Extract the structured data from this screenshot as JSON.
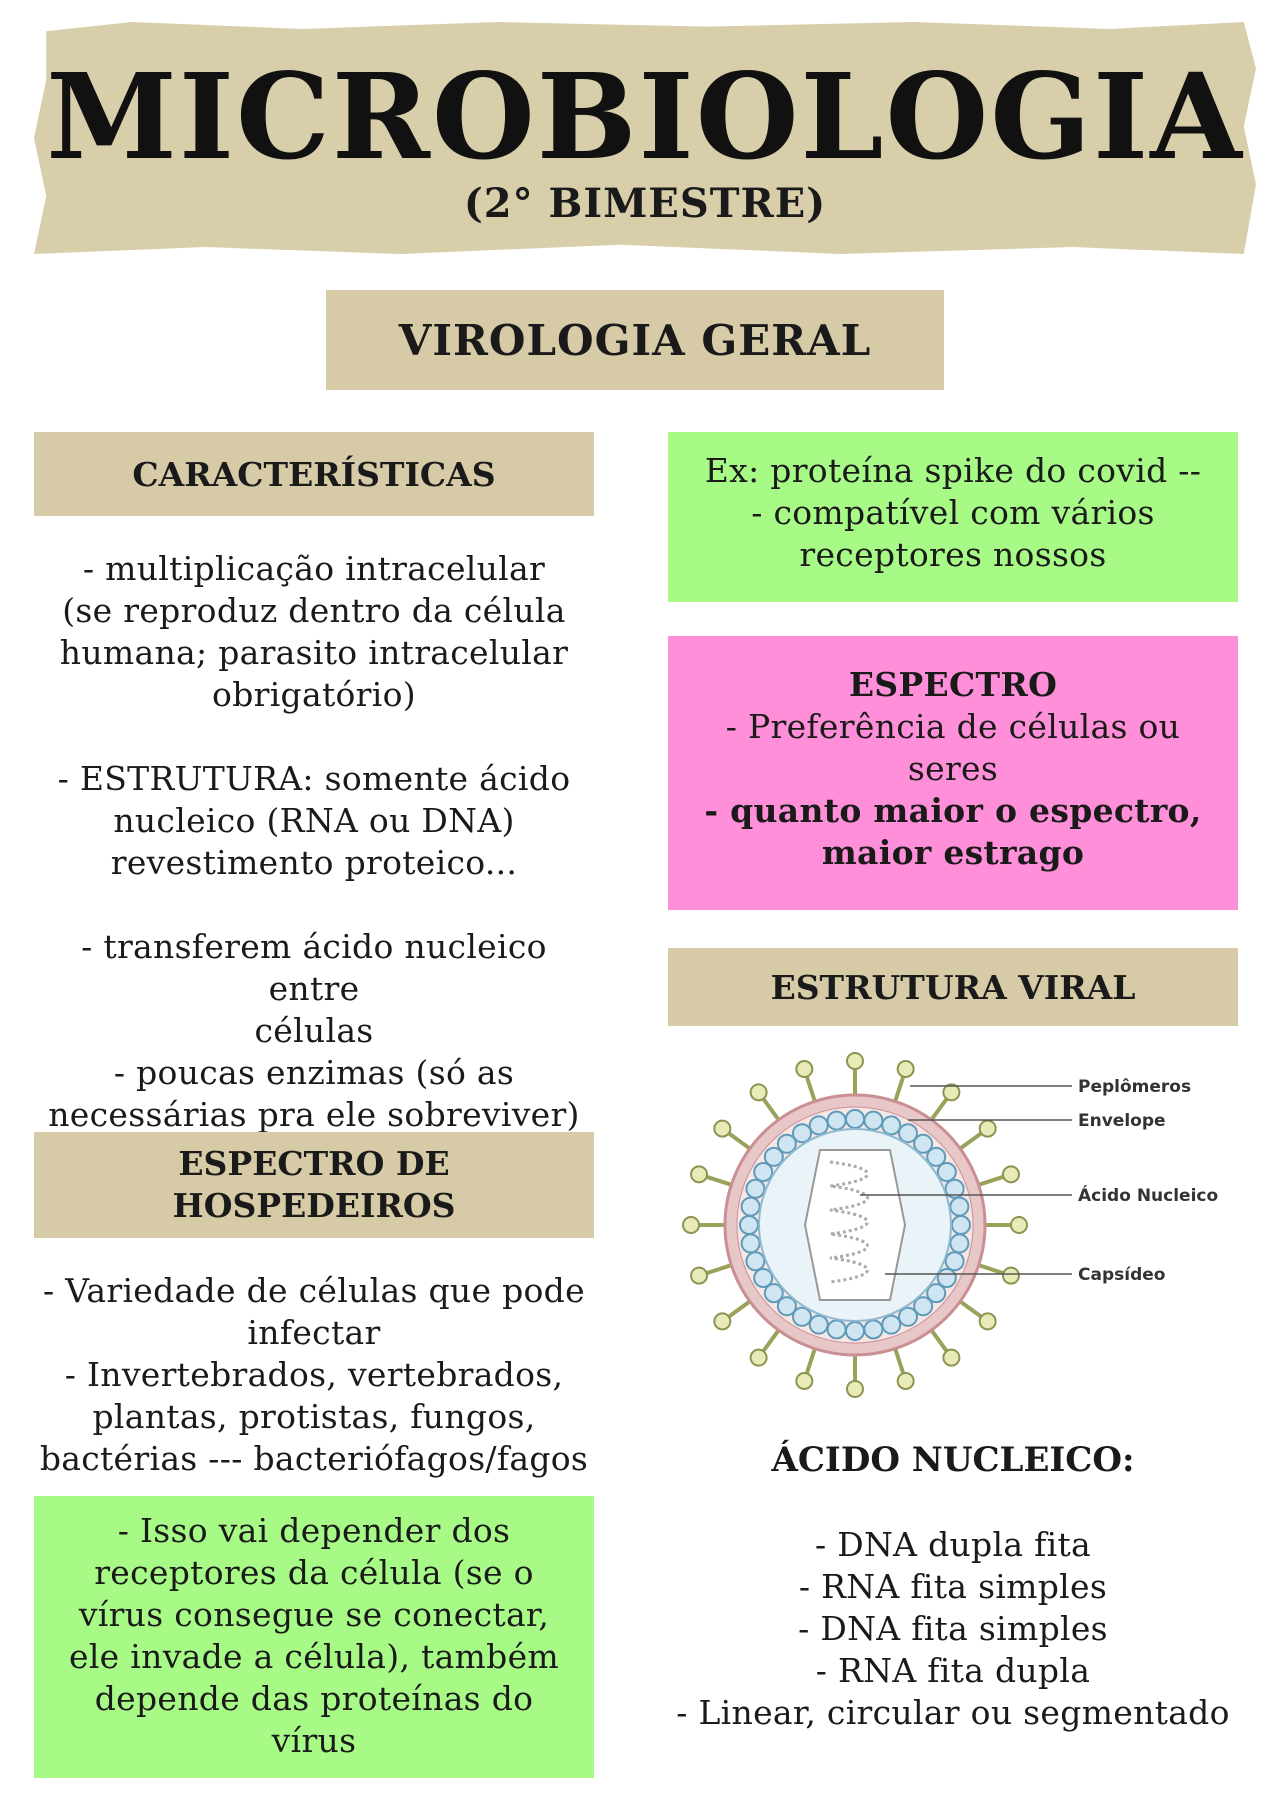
{
  "header": {
    "title": "MICROBIOLOGIA",
    "subtitle": "(2° BIMESTRE)"
  },
  "section_title": "VIROLOGIA GERAL",
  "left": {
    "caracteristicas": {
      "title": "CARACTERÍSTICAS",
      "block1": [
        "- multiplicação intracelular",
        "(se reproduz dentro da célula",
        "humana; parasito intracelular",
        "obrigatório)"
      ],
      "block2": [
        "- ESTRUTURA: somente ácido",
        "nucleico (RNA ou DNA)",
        "revestimento proteico..."
      ],
      "block3": [
        "- transferem ácido nucleico entre",
        "células",
        "- poucas enzimas (só as",
        "necessárias pra ele sobreviver)"
      ]
    },
    "espectro_hospedeiros": {
      "title_line1": "ESPECTRO DE",
      "title_line2": "HOSPEDEIROS",
      "lines": [
        "- Variedade de células que pode",
        "infectar",
        "- Invertebrados, vertebrados,",
        "plantas, protistas, fungos,",
        "bactérias --- bacteriófagos/fagos"
      ]
    },
    "green_note": [
      "- Isso vai depender dos",
      "receptores da célula (se o",
      "vírus consegue se conectar,",
      "ele invade a célula), também",
      "depende das proteínas do",
      "vírus"
    ]
  },
  "right": {
    "green_note": [
      "Ex: proteína spike do covid --",
      "- compatível com vários",
      "receptores nossos"
    ],
    "espectro": {
      "title": "ESPECTRO",
      "lines": [
        "- Preferência de células ou",
        "seres"
      ],
      "bold_lines": [
        "- quanto maior o espectro,",
        "maior estrago"
      ]
    },
    "estrutura_viral": {
      "title": "ESTRUTURA VIRAL",
      "labels": {
        "peplomeros": "Peplômeros",
        "envelope": "Envelope",
        "acido": "Ácido Nucleico",
        "capsideo": "Capsídeo"
      }
    },
    "acido_nucleico": {
      "title": "ÁCIDO NUCLEICO:",
      "lines": [
        "- DNA dupla fita",
        "- RNA fita simples",
        "- DNA fita simples",
        "- RNA fita dupla",
        "- Linear, circular ou segmentado"
      ]
    }
  },
  "colors": {
    "tan": "#d6cba6",
    "green": "#a8fa86",
    "pink": "#fe8fd8"
  }
}
